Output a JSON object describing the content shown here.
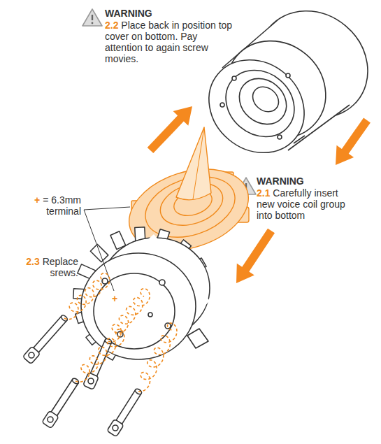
{
  "diagram": {
    "labels": [
      "WARNING",
      "2.2",
      "Place back in position top cover on bottom. Pay attention to again screw movies.",
      "WARNING",
      "2.1",
      "Carefully insert new voice coil group into bottom",
      "+",
      "= 6.3mm terminal",
      "2.3",
      "Replace srews.",
      "+"
    ]
  }
}
